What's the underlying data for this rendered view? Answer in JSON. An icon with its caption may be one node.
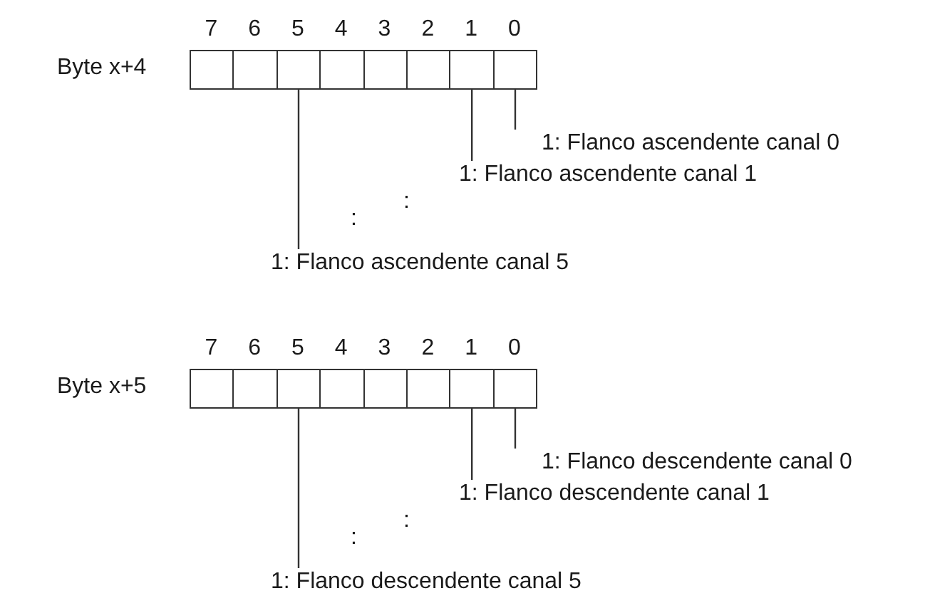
{
  "diagram": {
    "nodes": [
      {
        "text": [],
        "shape": "box"
      },
      {
        "text": [],
        "shape": "box"
      },
      {
        "text": [],
        "shape": "box"
      },
      {
        "text": [],
        "shape": "box"
      },
      {
        "text": [],
        "shape": "box"
      },
      {
        "text": [],
        "shape": "box"
      },
      {
        "text": [],
        "shape": "box"
      },
      {
        "text": [],
        "shape": "box"
      },
      {
        "text": [
          "1: Flanco ascendente canal 0"
        ]
      },
      {
        "text": [
          "1: Flanco ascendente canal 1"
        ]
      },
      {
        "text": [
          "1: Flanco ascendente canal 5"
        ]
      },
      {
        "text": [],
        "shape": "box"
      },
      {
        "text": [],
        "shape": "box"
      },
      {
        "text": [],
        "shape": "box"
      },
      {
        "text": [],
        "shape": "box"
      },
      {
        "text": [],
        "shape": "box"
      },
      {
        "text": [],
        "shape": "box"
      },
      {
        "text": [],
        "shape": "box"
      },
      {
        "text": [],
        "shape": "box"
      },
      {
        "text": [
          "1: Flanco descendente canal 0"
        ]
      },
      {
        "text": [
          "1: Flanco descendente canal 1"
        ]
      },
      {
        "text": [
          "1: Flanco descendente canal 5"
        ]
      }
    ],
    "edges": [
      {
        "from": 8,
        "to": 7,
        "arrow": "none"
      },
      {
        "from": 9,
        "to": 6,
        "arrow": "none"
      },
      {
        "from": 10,
        "to": 2,
        "arrow": "none"
      },
      {
        "from": 19,
        "to": 18,
        "arrow": "none"
      },
      {
        "from": 20,
        "to": 17,
        "arrow": "none"
      },
      {
        "from": 21,
        "to": 13,
        "arrow": "none"
      }
    ],
    "labels": [
      "7",
      "6",
      "5",
      "4",
      "3",
      "2",
      "1",
      "0",
      "Byte x+4",
      ":",
      ":",
      "7",
      "6",
      "5",
      "4",
      "3",
      "2",
      "1",
      "0",
      "Byte x+5",
      ":",
      ":"
    ]
  }
}
